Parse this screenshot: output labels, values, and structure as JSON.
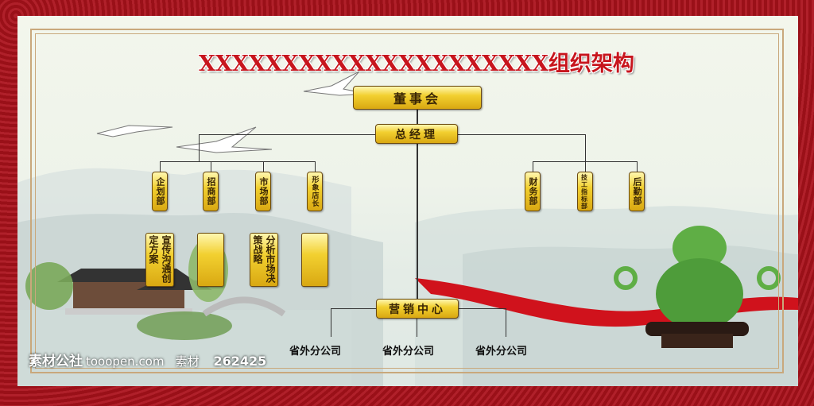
{
  "title": "XXXXXXXXXXXXXXXXXXXXX组织架构",
  "board": "董事会",
  "general_manager": "总经理",
  "departments_left": [
    "企划部",
    "招商部",
    "市场部",
    "形象店长"
  ],
  "departments_right": [
    "财务部",
    "技工指标部",
    "后勤部"
  ],
  "duty_boxes": [
    "宣传沟通创定方案",
    "",
    "分析市场决策战略",
    ""
  ],
  "marketing_center": "营销中心",
  "branches": [
    "省外分公司",
    "省外分公司",
    "省外分公司"
  ],
  "watermark": {
    "brand": "素材公社",
    "site": "tooopen.com",
    "extra": "素材",
    "number": "262425"
  },
  "colors": {
    "frame": "#a3141c",
    "title": "#c7151d",
    "gold": "#f2d030",
    "ribbon": "#d0121c",
    "jade": "#5fae45"
  }
}
